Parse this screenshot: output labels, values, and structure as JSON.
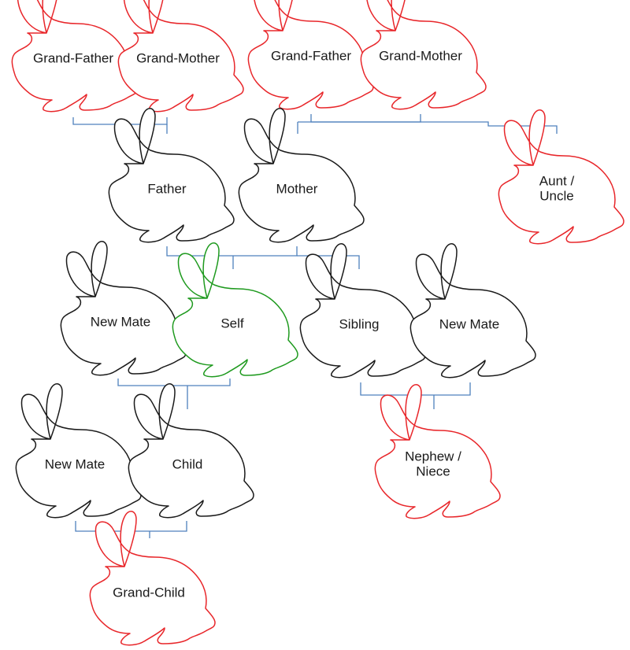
{
  "colors": {
    "black_outline": "#1a1a1a",
    "red_outline": "#e8262a",
    "green_outline": "#1f9a1f",
    "connector": "#4f81bd",
    "label": "#1a1a1a"
  },
  "nodes": [
    {
      "id": "paternal-grandfather",
      "label": [
        "Grand-Father"
      ],
      "color": "red"
    },
    {
      "id": "paternal-grandmother",
      "label": [
        "Grand-Mother"
      ],
      "color": "red"
    },
    {
      "id": "maternal-grandfather",
      "label": [
        "Grand-Father"
      ],
      "color": "red"
    },
    {
      "id": "maternal-grandmother",
      "label": [
        "Grand-Mother"
      ],
      "color": "red"
    },
    {
      "id": "father",
      "label": [
        "Father"
      ],
      "color": "black"
    },
    {
      "id": "mother",
      "label": [
        "Mother"
      ],
      "color": "black"
    },
    {
      "id": "aunt-uncle",
      "label": [
        "Aunt /",
        "Uncle"
      ],
      "color": "red"
    },
    {
      "id": "self-new-mate",
      "label": [
        "New Mate"
      ],
      "color": "black"
    },
    {
      "id": "self",
      "label": [
        "Self"
      ],
      "color": "green"
    },
    {
      "id": "sibling",
      "label": [
        "Sibling"
      ],
      "color": "black"
    },
    {
      "id": "sibling-new-mate",
      "label": [
        "New Mate"
      ],
      "color": "black"
    },
    {
      "id": "child-new-mate",
      "label": [
        "New Mate"
      ],
      "color": "black"
    },
    {
      "id": "child",
      "label": [
        "Child"
      ],
      "color": "black"
    },
    {
      "id": "nephew-niece",
      "label": [
        "Nephew /",
        "Niece"
      ],
      "color": "red"
    },
    {
      "id": "grand-child",
      "label": [
        "Grand-Child"
      ],
      "color": "red"
    }
  ]
}
